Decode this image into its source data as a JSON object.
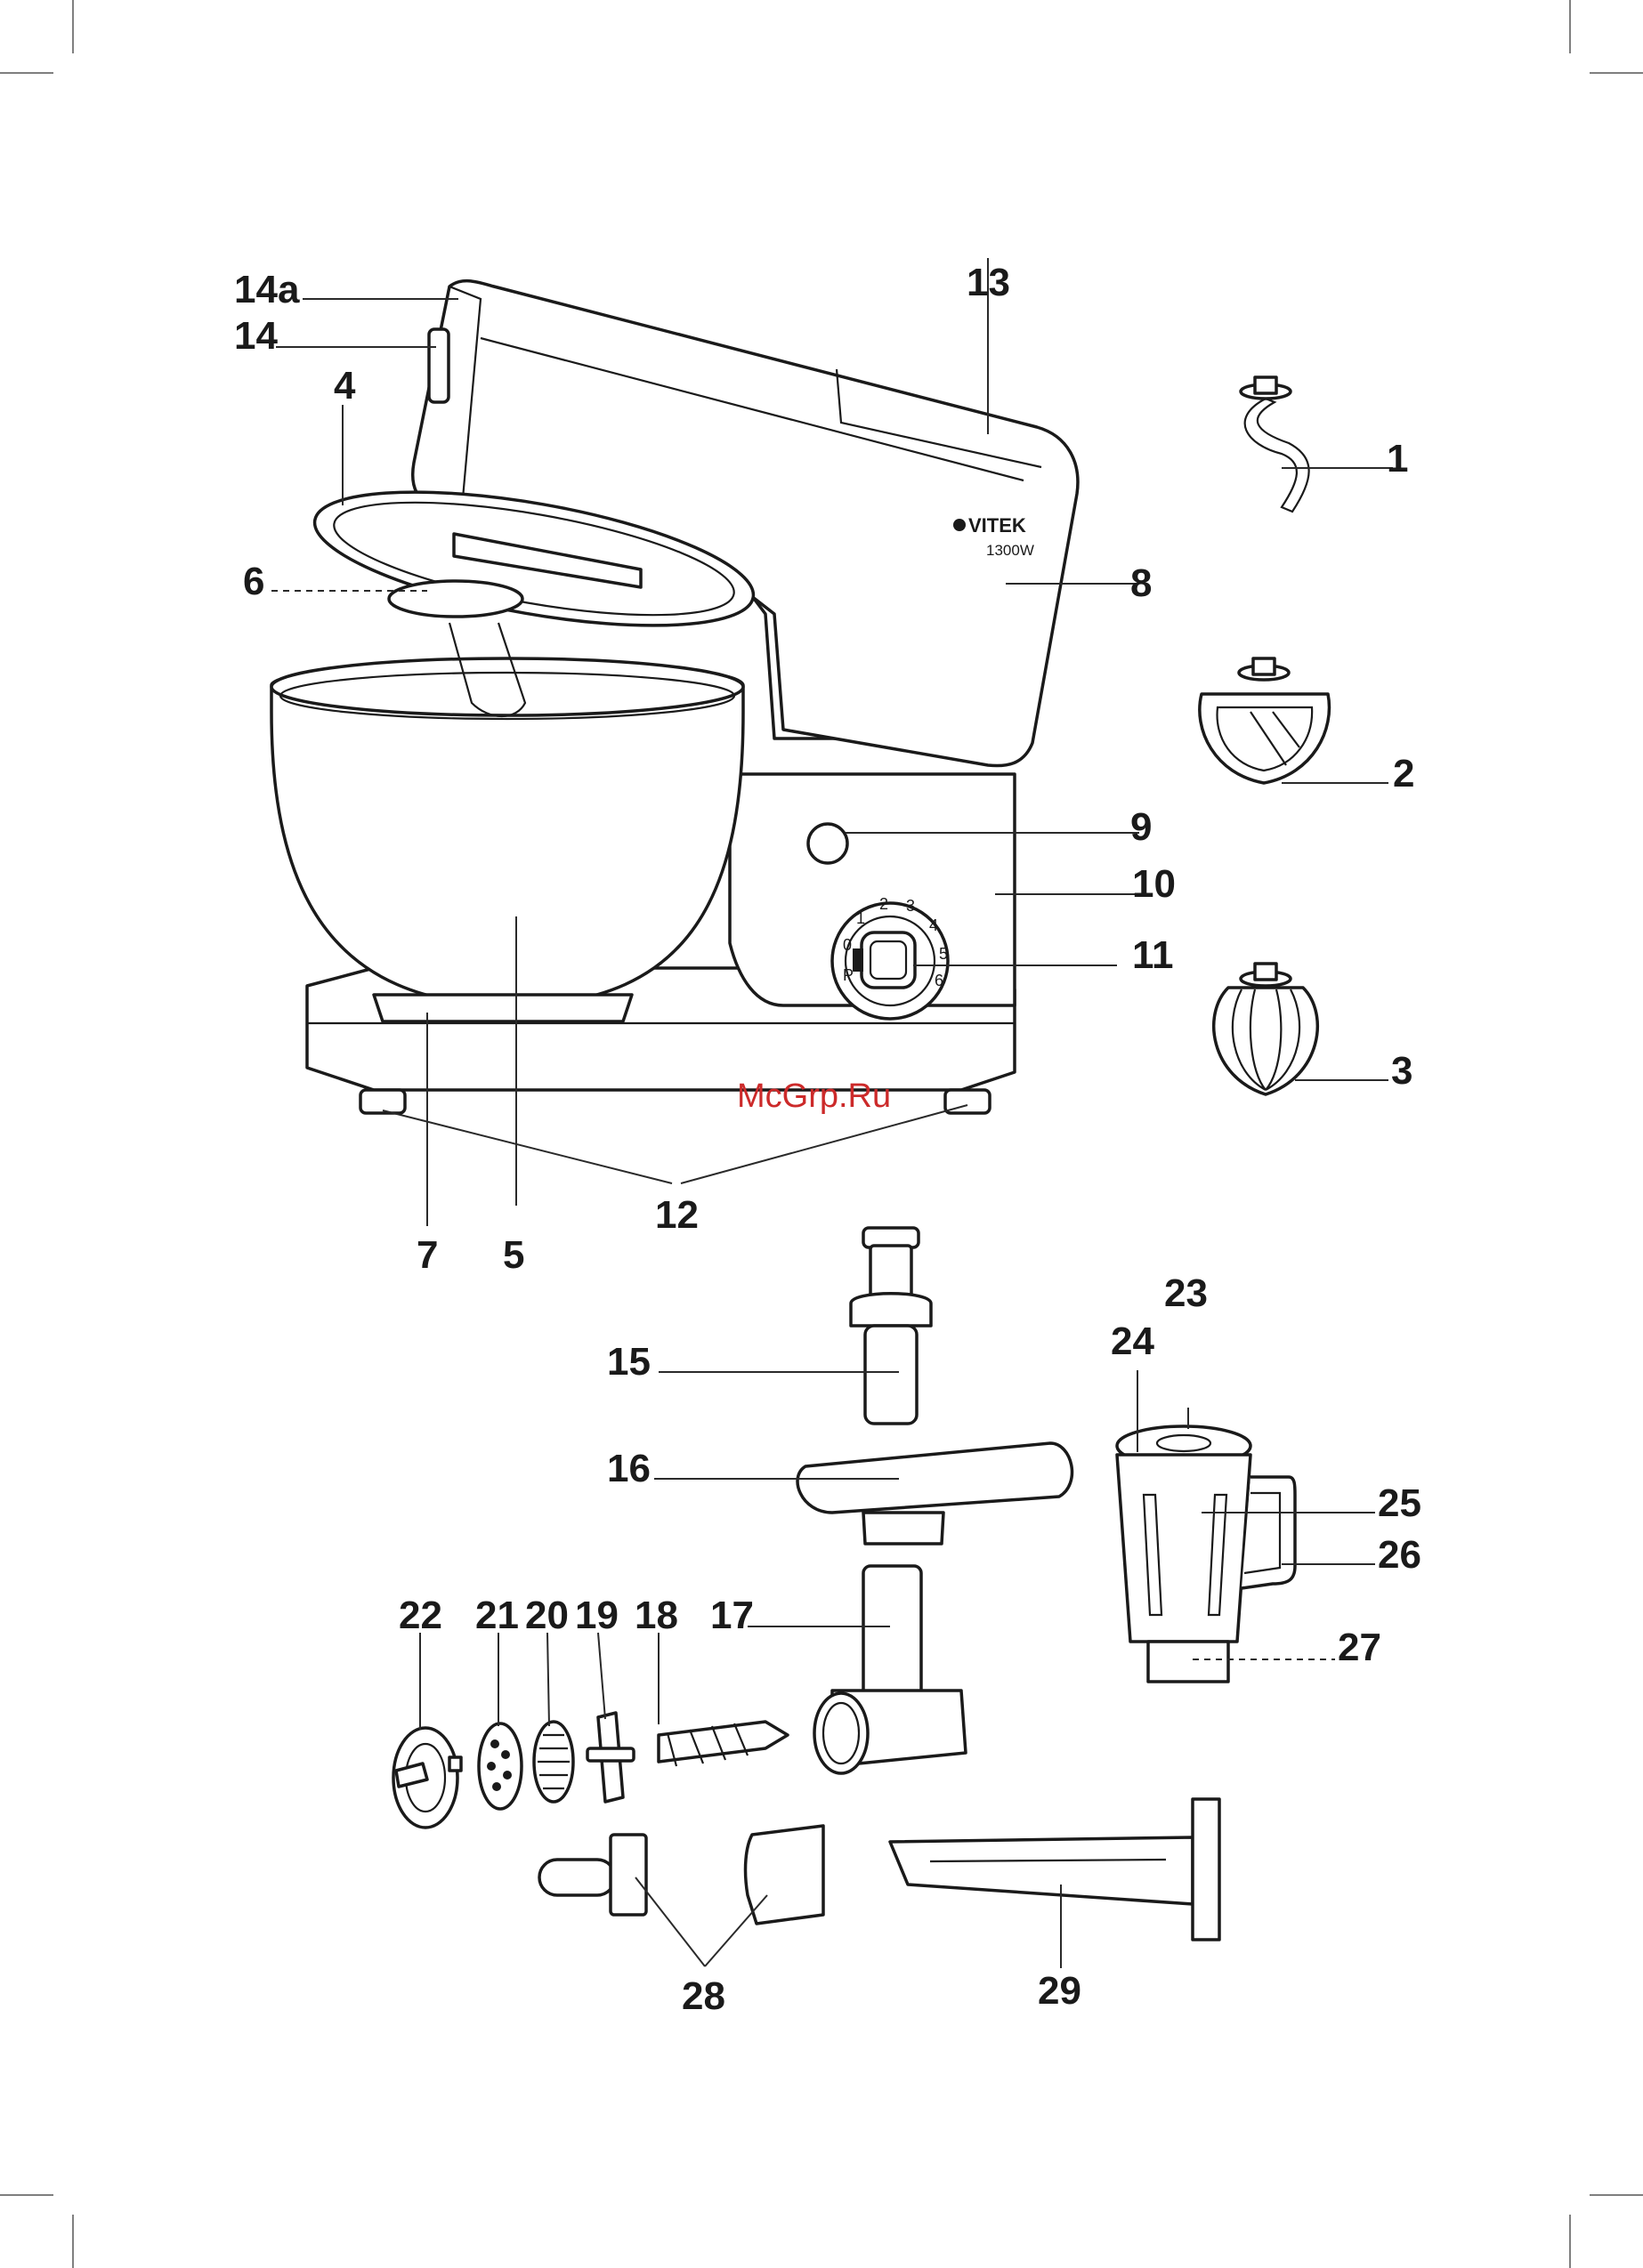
{
  "brand": {
    "logo_text": "VITEK",
    "power": "1300W"
  },
  "watermark": "McGrp.Ru",
  "speed_dial": [
    "P",
    "0",
    "1",
    "2",
    "3",
    "4",
    "5",
    "6"
  ],
  "labels": {
    "l1": "1",
    "l2": "2",
    "l3": "3",
    "l4": "4",
    "l5": "5",
    "l6": "6",
    "l7": "7",
    "l8": "8",
    "l9": "9",
    "l10": "10",
    "l11": "11",
    "l12": "12",
    "l13": "13",
    "l14": "14",
    "l14a": "14a",
    "l15": "15",
    "l16": "16",
    "l17": "17",
    "l18": "18",
    "l19": "19",
    "l20": "20",
    "l21": "21",
    "l22": "22",
    "l23": "23",
    "l24": "24",
    "l25": "25",
    "l26": "26",
    "l27": "27",
    "l28": "28",
    "l29": "29"
  }
}
